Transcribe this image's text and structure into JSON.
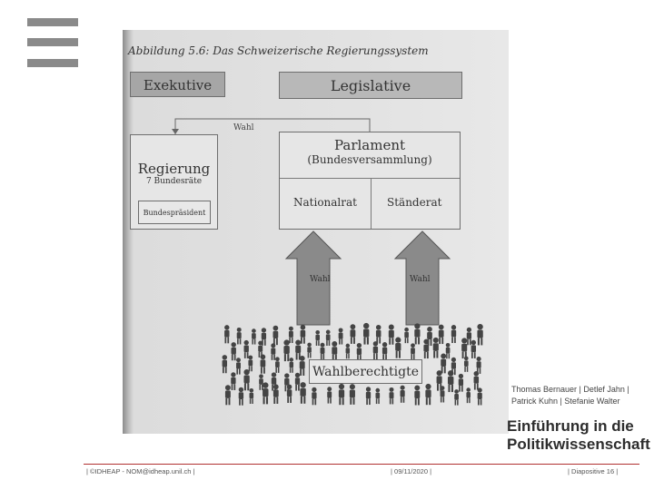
{
  "figure": {
    "title": "Abbildung 5.6: Das Schweizerische Regierungssystem",
    "executive": "Exekutive",
    "legislative": "Legislative",
    "election_label_top": "Wahl",
    "government": {
      "title": "Regierung",
      "subtitle": "7 Bundesräte",
      "president": "Bundespräsident"
    },
    "parliament": {
      "title": "Parlament",
      "subtitle": "(Bundesversammlung)",
      "chambers": [
        "Nationalrat",
        "Ständerat"
      ]
    },
    "arrows": [
      "Wahl",
      "Wahl"
    ],
    "voters": "Wahlberechtigte"
  },
  "book": {
    "authors_line1": "Thomas Bernauer | Detlef Jahn |",
    "authors_line2": "Patrick Kuhn | Stefanie Walter",
    "title_line1": "Einführung in die",
    "title_line2": "Politikwissenschaft"
  },
  "footer": {
    "left": "| ©IDHEAP - NOM@idheap.unil.ch |",
    "center": "| 09/11/2020 |",
    "right": "| Diapositive 16 |"
  }
}
